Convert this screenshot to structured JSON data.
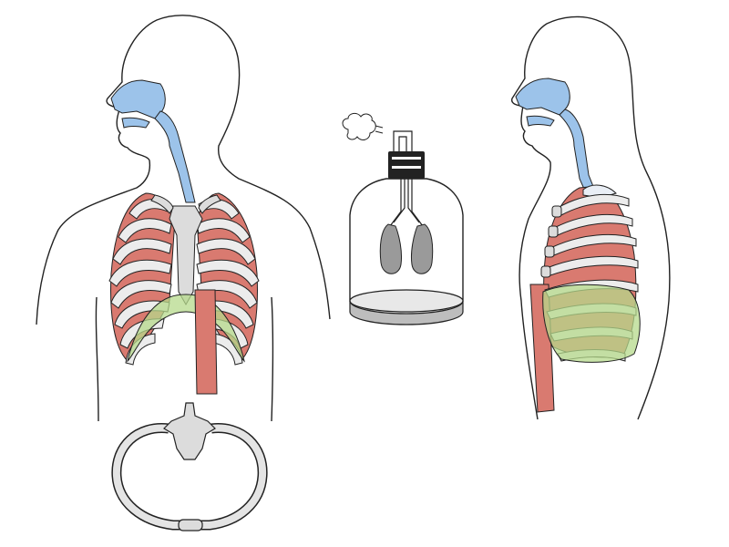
{
  "colors": {
    "outline": "#222222",
    "skin": "#ffffff",
    "airway": "#9cc3ea",
    "lung": "#d97a70",
    "lung_light": "#e9eef5",
    "rib": "#e2e2e2",
    "diaphragm": "#b5d98b",
    "bone": "#dcdcdc",
    "jar_glass": "#ffffff",
    "jar_base": "#bdbdbd",
    "balloon": "#9a9a9a",
    "stopper": "#222222"
  },
  "panels": [
    {
      "name": "front-view",
      "icon": "human-torso-front-icon"
    },
    {
      "name": "bell-jar-model",
      "icon": "bell-jar-lung-model-icon"
    },
    {
      "name": "side-view",
      "icon": "human-torso-side-icon"
    },
    {
      "name": "cross-section",
      "icon": "rib-cage-cross-section-icon"
    }
  ]
}
